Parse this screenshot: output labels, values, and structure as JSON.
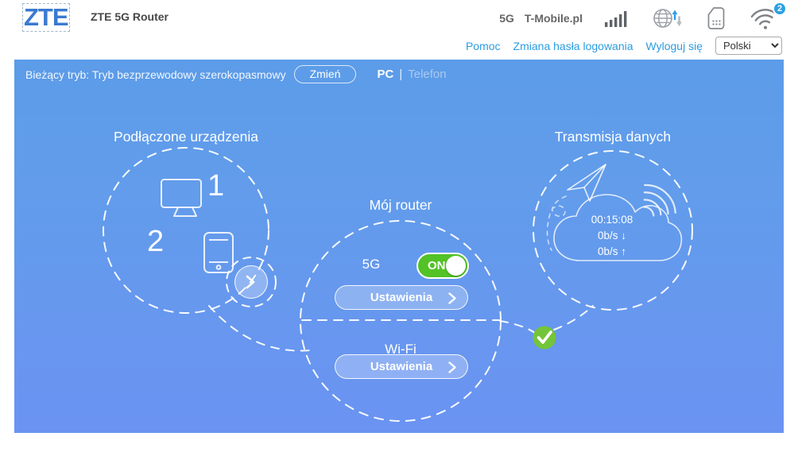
{
  "header": {
    "logo": "ZTE",
    "title": "ZTE 5G Router",
    "status": {
      "network_type": "5G",
      "operator": "T-Mobile.pl",
      "wifi_badge": "2"
    },
    "links": {
      "help": "Pomoc",
      "change_password": "Zmiana hasła logowania",
      "logout": "Wyloguj się"
    },
    "language": {
      "selected": "Polski"
    }
  },
  "mode_bar": {
    "label": "Bieżący tryb: Tryb bezprzewodowy szerokopasmowy",
    "change_button": "Zmień",
    "view_pc": "PC",
    "separator": "|",
    "view_phone": "Telefon"
  },
  "devices": {
    "title": "Podłączone urządzenia",
    "pc_count": "1",
    "phone_count": "2"
  },
  "router": {
    "title": "Mój router",
    "network_label": "5G",
    "toggle_state": "ON",
    "network_settings_button": "Ustawienia",
    "wifi_settings_button": "Ustawienia",
    "wifi_label": "Wi-Fi"
  },
  "traffic": {
    "title": "Transmisja danych",
    "duration": "00:15:08",
    "download": "0b/s ↓",
    "upload": "0b/s ↑"
  },
  "icons": {
    "signal-bars-icon": "cellular signal bars",
    "globe-icon": "internet globe with up/down arrows",
    "sim-icon": "SIM card",
    "wifi-icon": "wi-fi arcs with badge",
    "monitor-icon": "desktop computer outline",
    "phone-icon": "smartphone outline",
    "arrow-button-icon": "›",
    "paper-plane-icon": "paper plane outline",
    "cloud-icon": "cloud outline",
    "check-icon": "✓"
  },
  "colors": {
    "logo_blue": "#3a7ad0",
    "link_blue": "#2b9de0",
    "panel_gradient_top": "#5c9ce8",
    "panel_gradient_bottom": "#6b93f2",
    "toggle_green": "#53c226",
    "check_green": "#74c43a",
    "badge_blue": "#2da0e4"
  }
}
